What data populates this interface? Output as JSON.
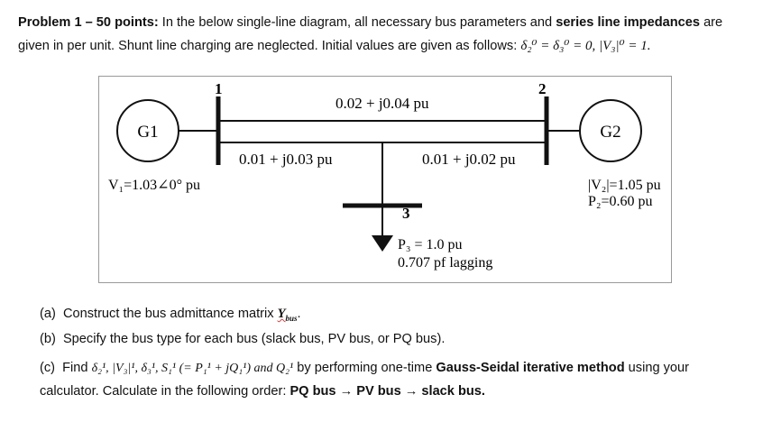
{
  "problem": {
    "title_bold": "Problem 1 – 50 points:",
    "intro_a": " In the below single-line diagram, all necessary bus parameters and ",
    "intro_bold": "series line impedances",
    "intro_b": " are",
    "line2": "given in per unit. Shunt line charging are neglected. Initial values are given as follows:",
    "initial_values": "δ₂⁰ = δ₃⁰ = 0,  |V₃|⁰ = 1."
  },
  "diagram": {
    "bus1_label": "1",
    "bus2_label": "2",
    "bus3_label": "3",
    "gen1_label": "G1",
    "gen2_label": "G2",
    "line12_impedance": "0.02 + j0.04 pu",
    "line13_impedance": "0.01 + j0.03 pu",
    "line23_impedance": "0.01 + j0.02 pu",
    "bus1_voltage": "V₁=1.03∠0° pu",
    "bus2_voltage": "|V₂|=1.05 pu",
    "bus2_power": "P₂=0.60 pu",
    "load_power": "P₃ = 1.0 pu",
    "load_pf": "0.707 pf lagging"
  },
  "questions": {
    "a_prefix": "(a)",
    "a_text": "Construct the bus admittance matrix ",
    "a_symbol": "Y",
    "a_sub": "bus",
    "a_end": ".",
    "b_prefix": "(b)",
    "b_text": "Specify the bus type for each bus (slack bus, PV bus, or PQ bus).",
    "c_prefix": "(c)",
    "c_find": "Find",
    "c_math": "δ₂¹, |V₃|¹, δ₃¹, S₁¹ (= P₁¹ + jQ₁¹) and Q₂¹",
    "c_text_a": " by performing one-time ",
    "c_bold": "Gauss-Seidal iterative method",
    "c_text_b": " using your",
    "c_line2_a": "calculator. Calculate in the following order: ",
    "c_line2_bold": "PQ bus → PV bus → slack bus."
  }
}
